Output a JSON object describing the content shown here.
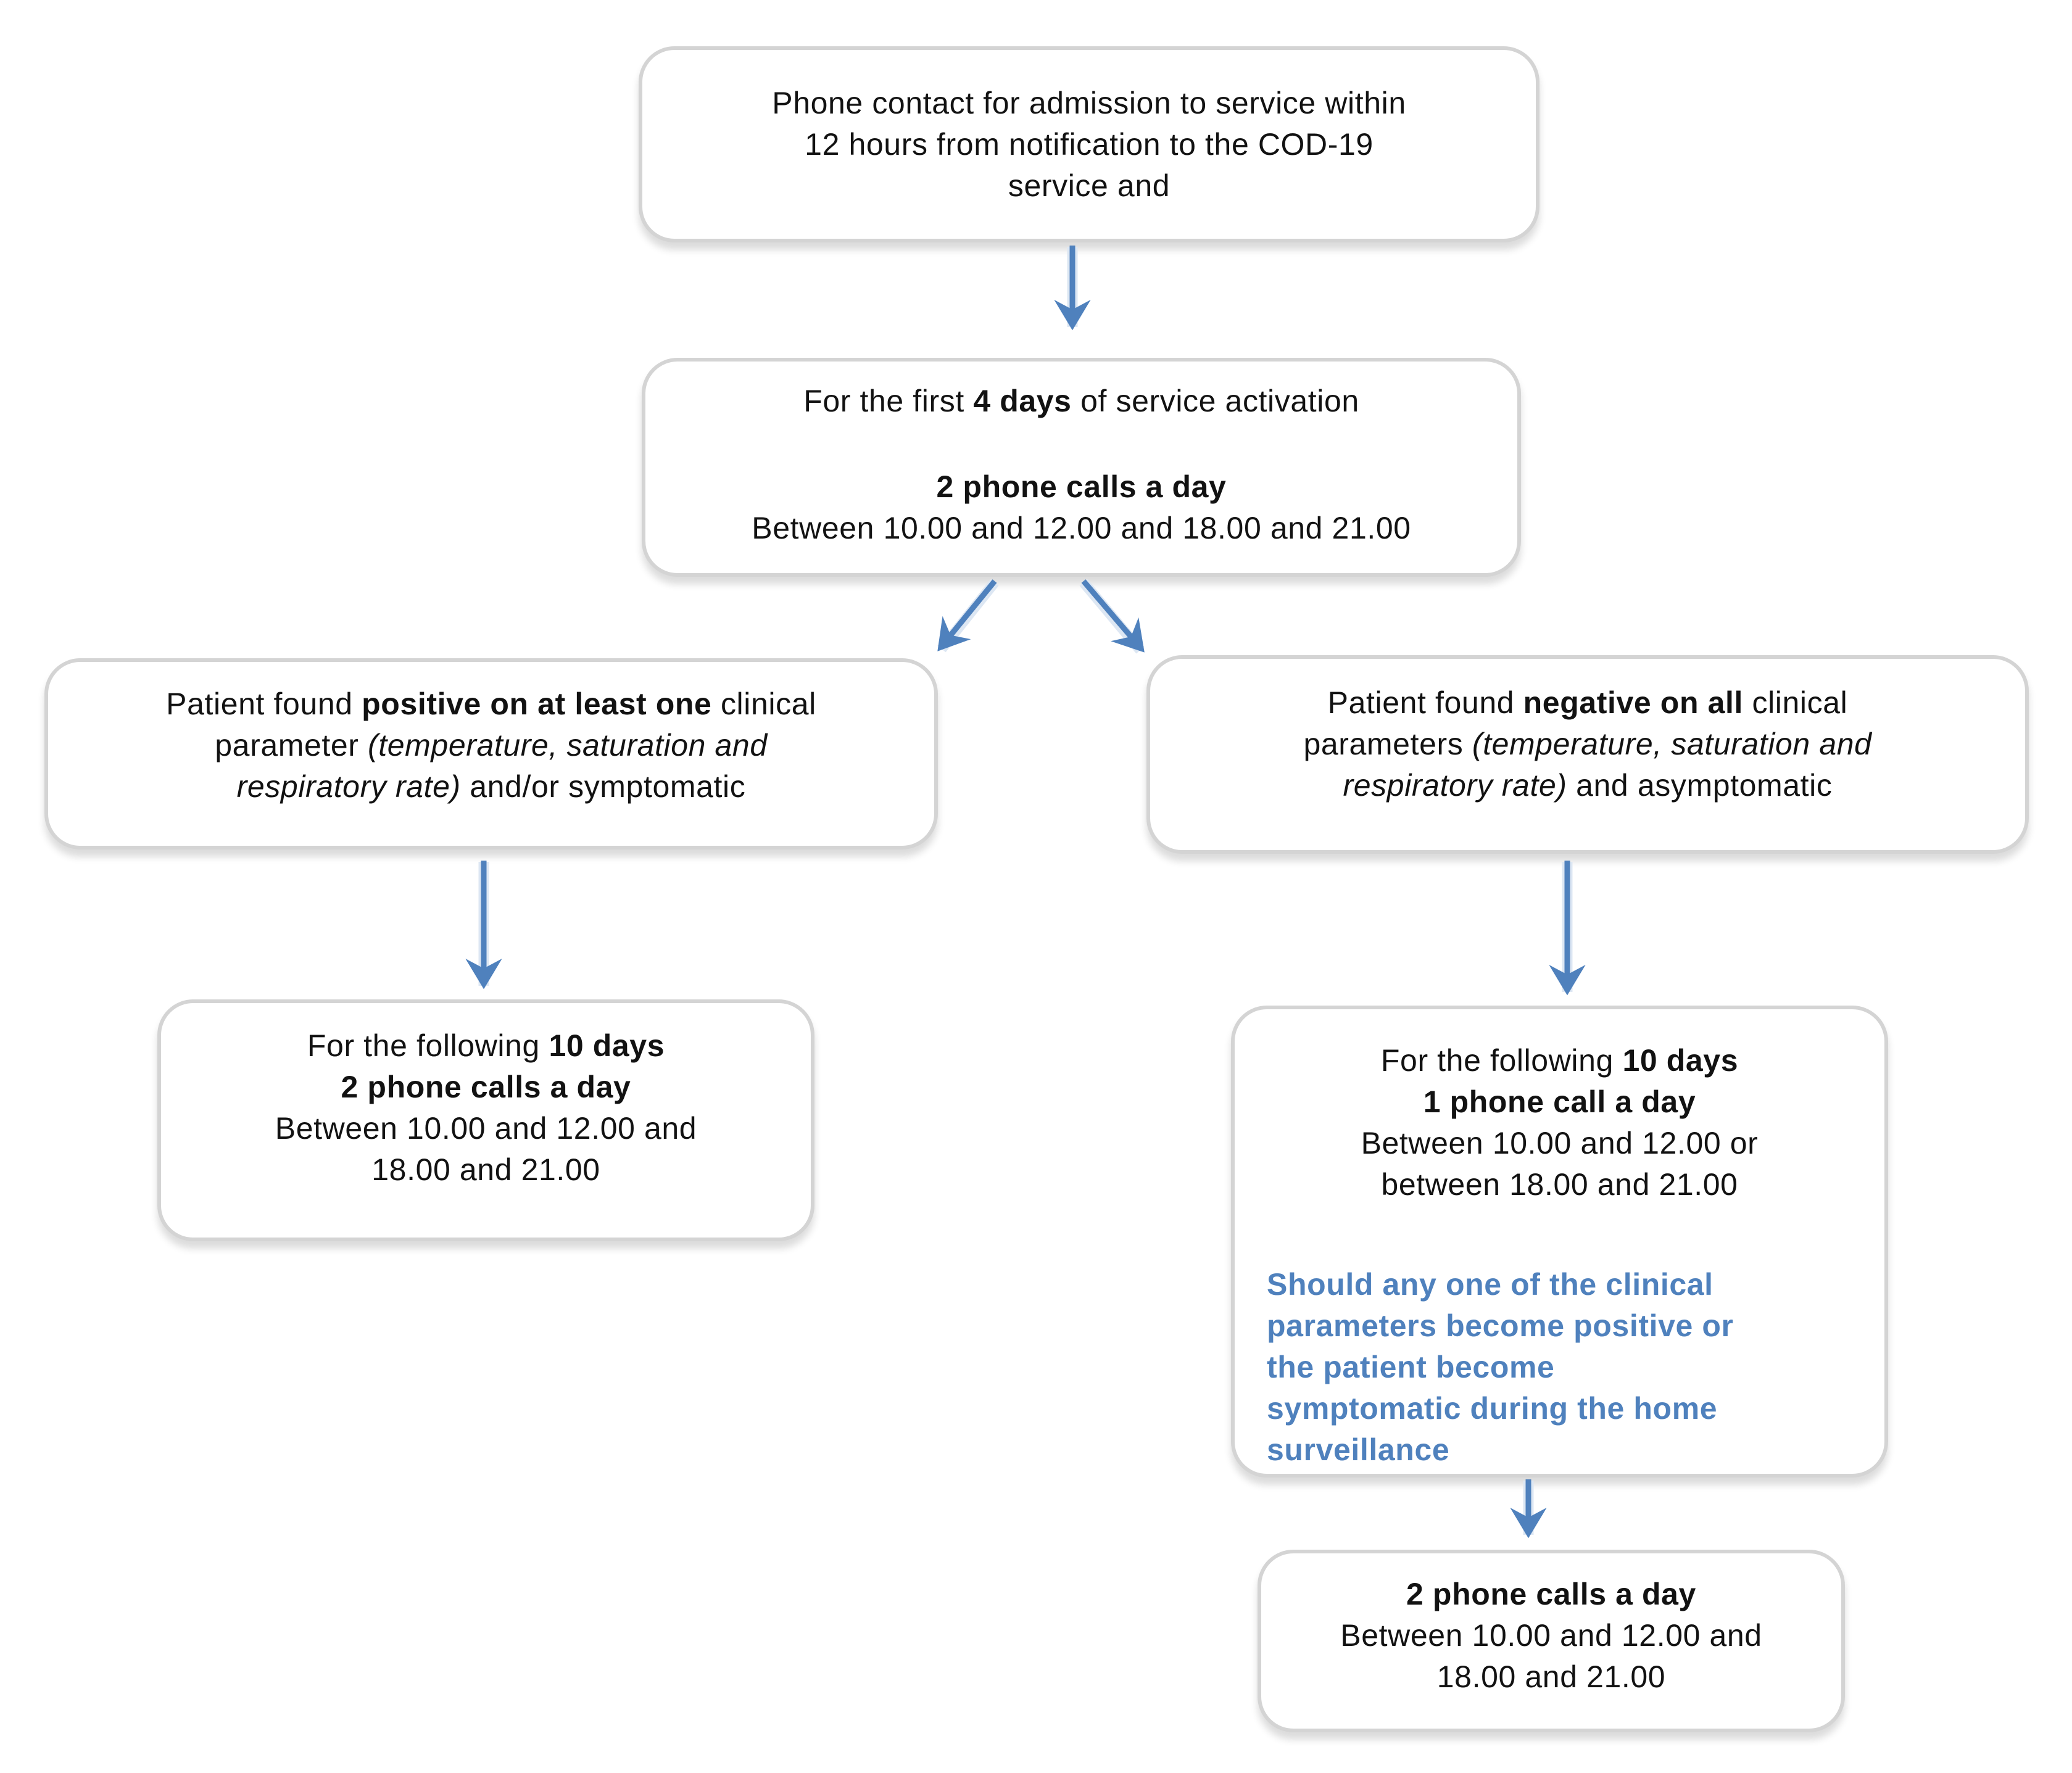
{
  "colors": {
    "accent_blue": "#4f81bd",
    "box_border": "#d4d4d4",
    "background": "#ffffff",
    "text": "#121212"
  },
  "boxes": {
    "admission": {
      "line1": "Phone contact for admission to service within",
      "line2": "12 hours from notification to the  COD-19",
      "line3": "service and"
    },
    "first_four_days": {
      "l1a": "For the first ",
      "l1b": "4 days",
      "l1c": " of service activation",
      "l2": "2 phone calls a day",
      "l3": "Between 10.00 and 12.00 and 18.00 and 21.00"
    },
    "positive_branch": {
      "l1a": "Patient found ",
      "l1b": "positive on at least one",
      "l1c": " clinical",
      "l2a": "parameter ",
      "l2b": "(temperature, saturation and",
      "l3a": "respiratory rate)",
      "l3b": " and/or symptomatic"
    },
    "negative_branch": {
      "l1a": "Patient found ",
      "l1b": "negative on all",
      "l1c": " clinical",
      "l2a": "parameters ",
      "l2b": "(temperature, saturation and",
      "l3a": "respiratory rate)",
      "l3b": " and  asymptomatic"
    },
    "following_positive": {
      "l1a": "For the following ",
      "l1b": "10 days",
      "l2": "2 phone calls a day",
      "l3": "Between 10.00 and 12.00 and",
      "l4": "18.00 and 21.00"
    },
    "following_negative": {
      "l1a": "For the following ",
      "l1b": "10 days",
      "l2": "1 phone call a day",
      "l3": "Between 10.00 and 12.00 or",
      "l4": "between 18.00 and 21.00",
      "note_line1": "Should any one of the clinical",
      "note_line2": "parameters become positive or",
      "note_line3": "the patient become",
      "note_line4": "symptomatic during the home",
      "note_line5": "surveillance"
    },
    "escalation": {
      "l1": "2 phone calls a day",
      "l2": "Between 10.00 and 12.00 and",
      "l3": "18.00 and 21.00"
    }
  }
}
